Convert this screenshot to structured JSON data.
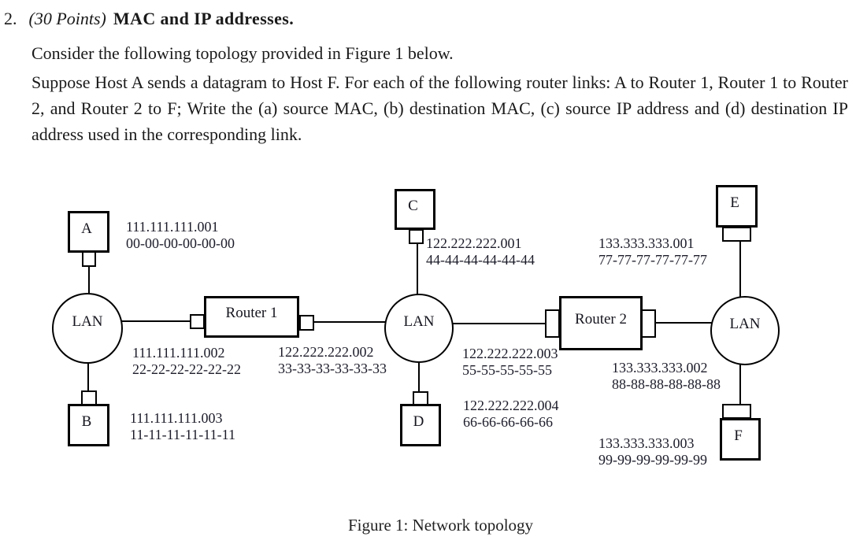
{
  "problem": {
    "number": "2.",
    "points": "(30 Points)",
    "title": "MAC and IP addresses.",
    "para1": "Consider the following topology provided in Figure 1 below.",
    "para2": "Suppose Host A sends a datagram to Host F. For each of the following router links: A to Router 1, Router 1 to Router 2, and Router 2 to F; Write the (a) source MAC, (b) destination MAC, (c) source IP address and (d) destination IP address used in the corresponding link."
  },
  "figure": {
    "caption": "Figure 1: Network topology",
    "lan_label": "LAN",
    "hosts": [
      {
        "id": "A",
        "ip": "111.111.111.001",
        "mac": "00-00-00-00-00-00"
      },
      {
        "id": "B",
        "ip": "111.111.111.003",
        "mac": "11-11-11-11-11-11"
      },
      {
        "id": "C",
        "ip": "122.222.222.001",
        "mac": "44-44-44-44-44-44"
      },
      {
        "id": "D",
        "ip": "122.222.222.004",
        "mac": "66-66-66-66-66"
      },
      {
        "id": "E",
        "ip": "133.333.333.001",
        "mac": "77-77-77-77-77-77"
      },
      {
        "id": "F",
        "ip": "133.333.333.003",
        "mac": "99-99-99-99-99-99"
      }
    ],
    "routers": [
      {
        "name": "Router 1",
        "left_if": {
          "ip": "111.111.111.002",
          "mac": "22-22-22-22-22-22"
        },
        "right_if": {
          "ip": "122.222.222.002",
          "mac": "33-33-33-33-33-33"
        }
      },
      {
        "name": "Router 2",
        "left_if": {
          "ip": "122.222.222.003",
          "mac": "55-55-55-55-55"
        },
        "right_if": {
          "ip": "133.333.333.002",
          "mac": "88-88-88-88-88-88"
        }
      }
    ]
  },
  "colors": {
    "ink": "#1a1a1a",
    "diagram_ink": "#1c1c2a"
  }
}
